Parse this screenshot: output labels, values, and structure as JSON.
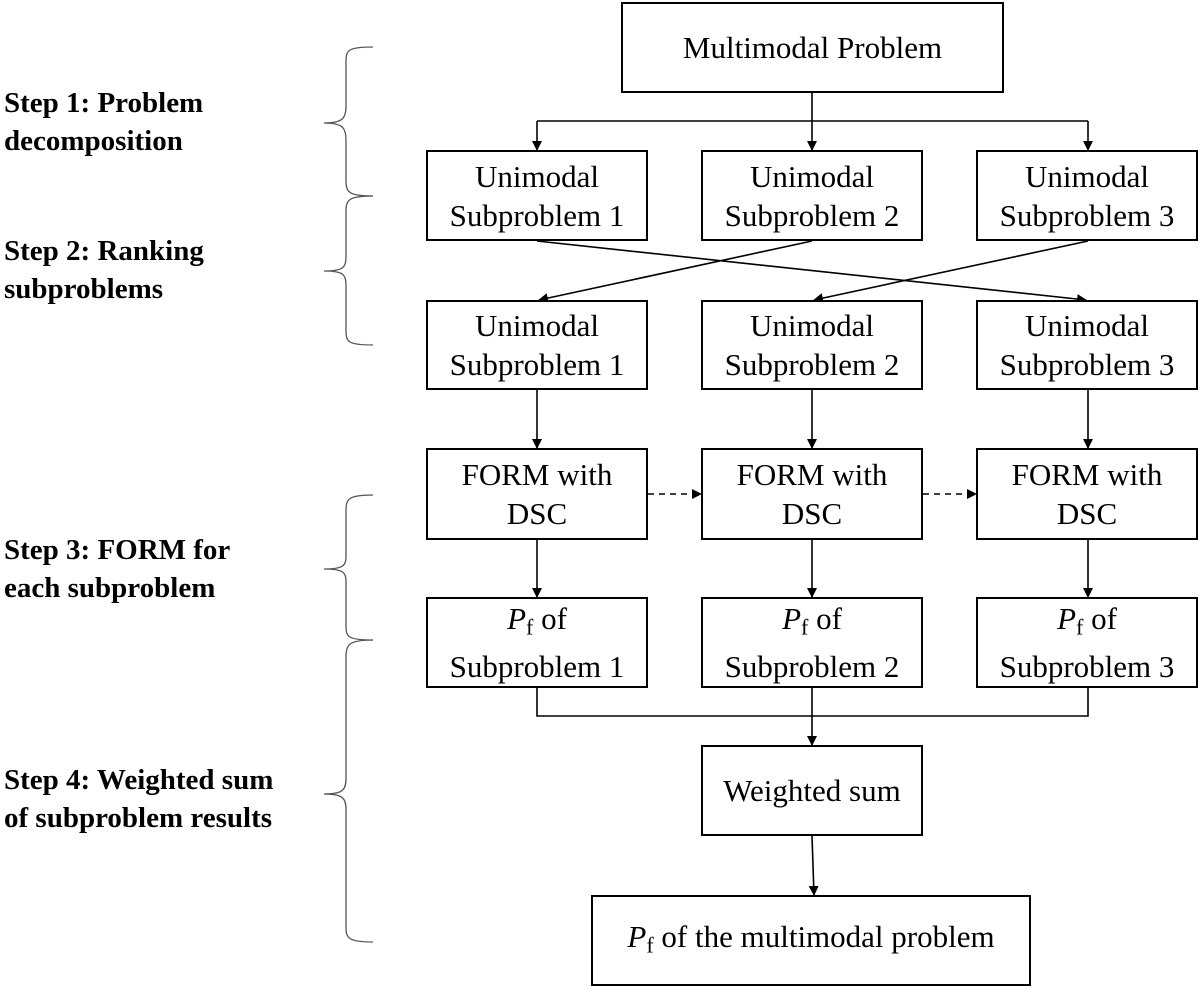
{
  "nodes": {
    "top": "Multimodal Problem",
    "decomposed": [
      {
        "l1": "Unimodal",
        "l2": "Subproblem 1"
      },
      {
        "l1": "Unimodal",
        "l2": "Subproblem 2"
      },
      {
        "l1": "Unimodal",
        "l2": "Subproblem 3"
      }
    ],
    "ranked": [
      {
        "l1": "Unimodal",
        "l2": "Subproblem 1"
      },
      {
        "l1": "Unimodal",
        "l2": "Subproblem 2"
      },
      {
        "l1": "Unimodal",
        "l2": "Subproblem 3"
      }
    ],
    "form": [
      {
        "l1": "FORM with",
        "l2": "DSC"
      },
      {
        "l1": "FORM with",
        "l2": "DSC"
      },
      {
        "l1": "FORM with",
        "l2": "DSC"
      }
    ],
    "pf": [
      {
        "sym": "P",
        "sub": "f",
        "suffix": " of",
        "l2": "Subproblem 1"
      },
      {
        "sym": "P",
        "sub": "f",
        "suffix": " of",
        "l2": "Subproblem 2"
      },
      {
        "sym": "P",
        "sub": "f",
        "suffix": " of",
        "l2": "Subproblem 3"
      }
    ],
    "weighted": "Weighted sum",
    "final": {
      "sym": "P",
      "sub": "f",
      "suffix": " of the multimodal problem"
    }
  },
  "steps": [
    {
      "l1": "Step 1: Problem",
      "l2": "decomposition"
    },
    {
      "l1": "Step 2: Ranking",
      "l2": "subproblems"
    },
    {
      "l1": "Step 3: FORM for",
      "l2": "each subproblem"
    },
    {
      "l1": "Step 4: Weighted sum",
      "l2": "of subproblem results"
    }
  ],
  "colors": {
    "line": "#000000",
    "brace": "#555555"
  }
}
